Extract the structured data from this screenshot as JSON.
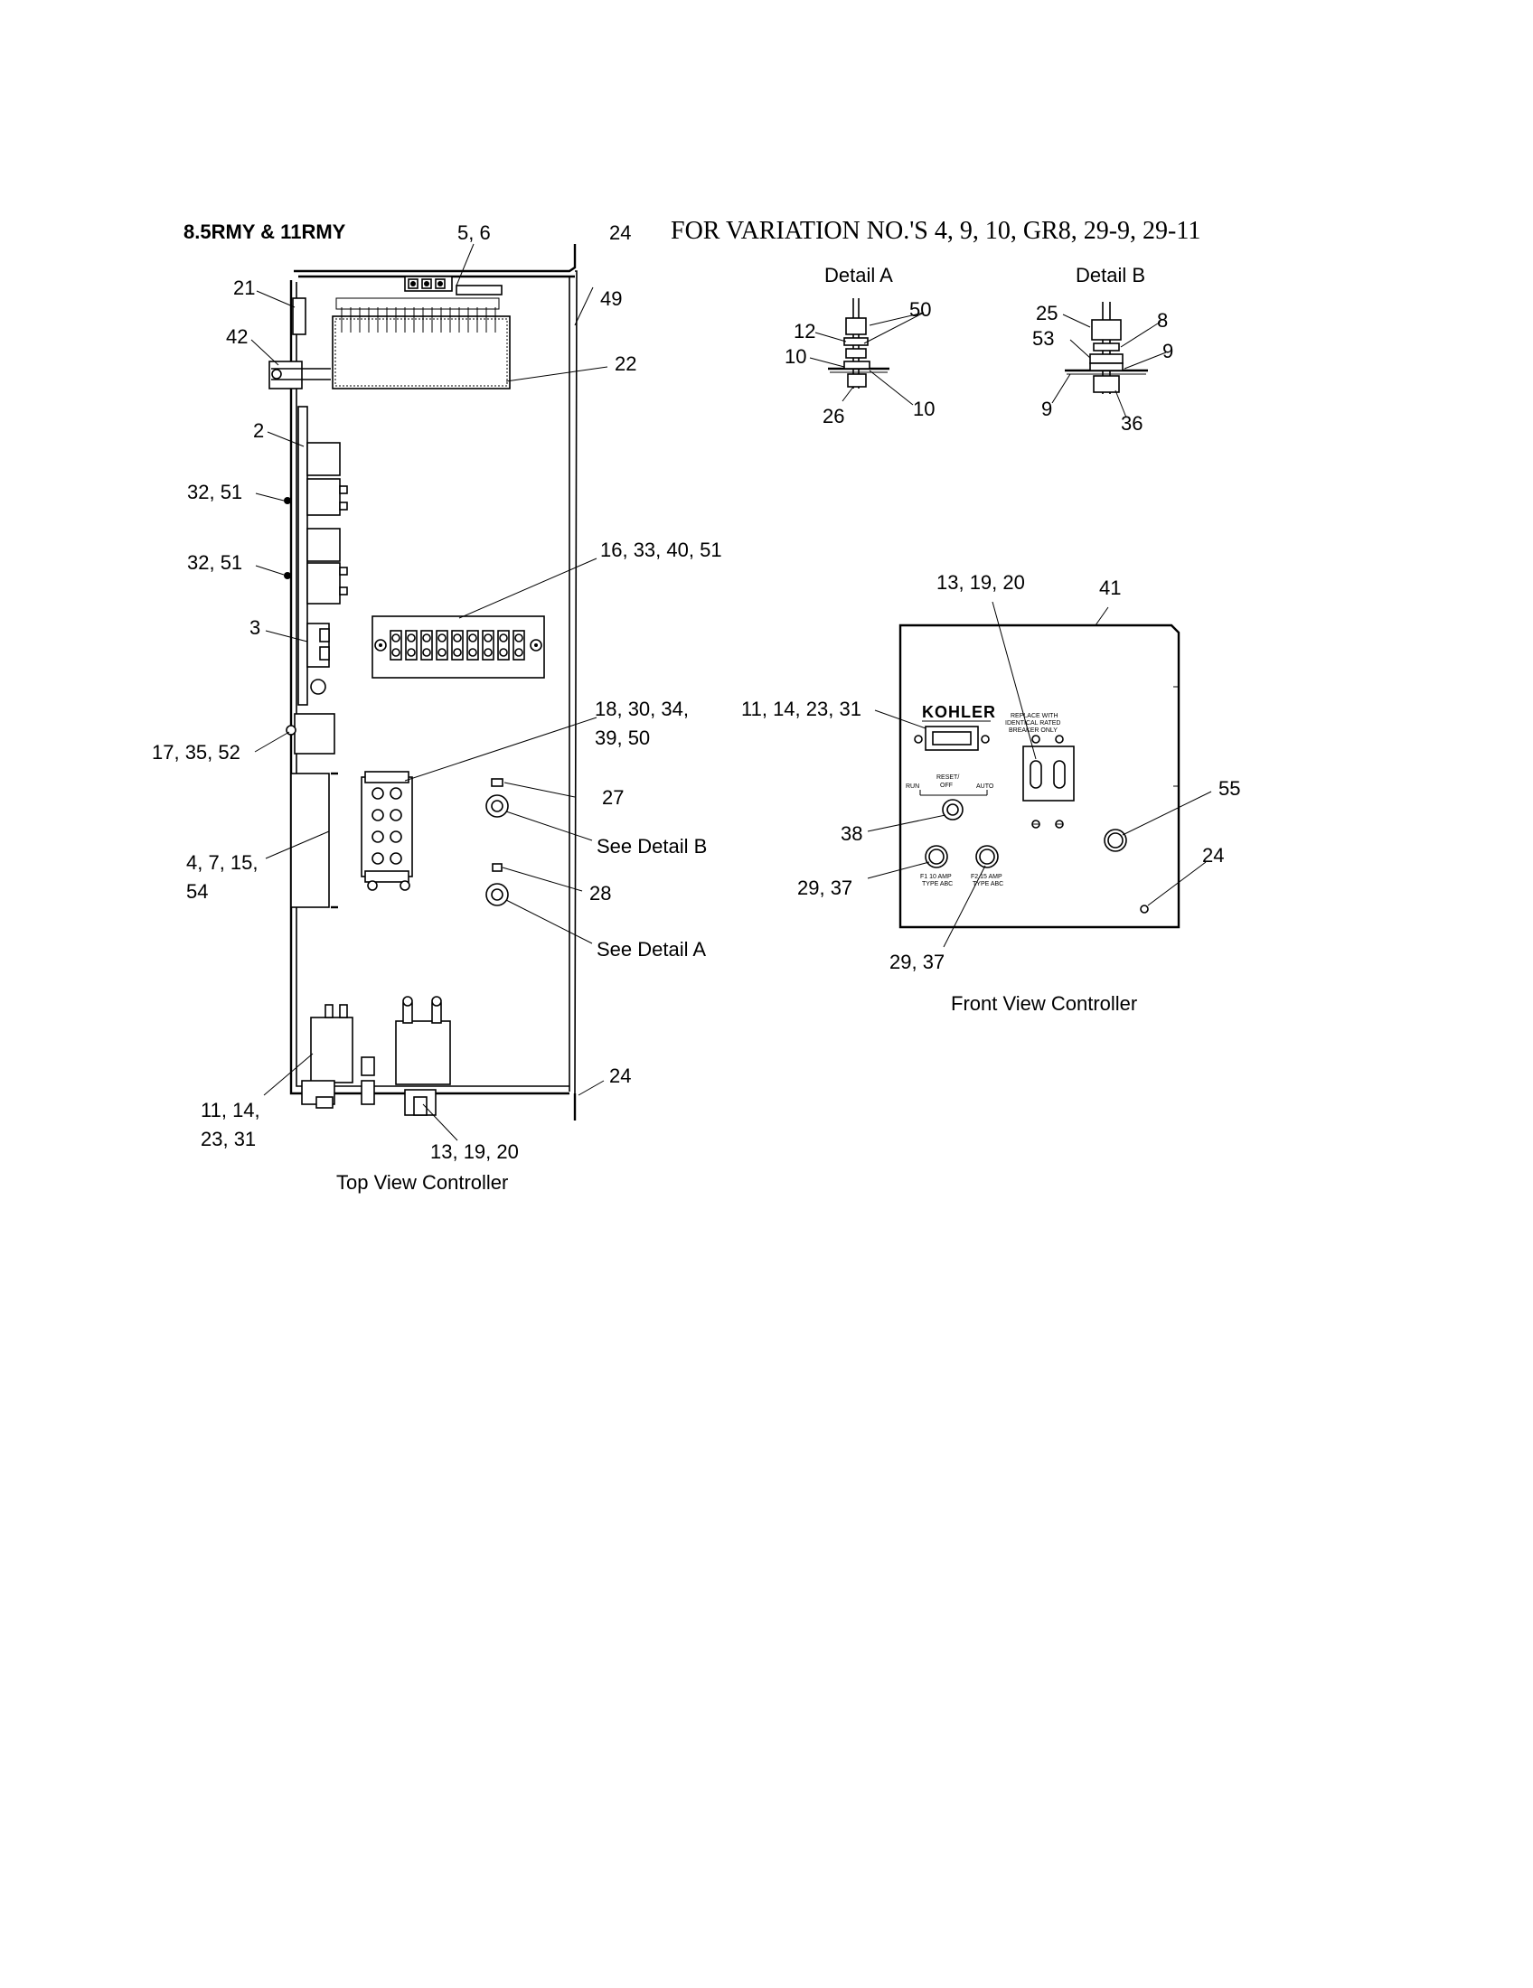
{
  "header": {
    "model_title": "8.5RMY & 11RMY",
    "variation_note": "FOR VARIATION NO.'S 4, 9, 10, GR8, 29-9, 29-11"
  },
  "top_view": {
    "caption": "Top View Controller",
    "callouts": {
      "c_5_6": "5, 6",
      "c_24_top": "24",
      "c_21": "21",
      "c_49": "49",
      "c_42": "42",
      "c_22": "22",
      "c_2": "2",
      "c_32_51_a": "32, 51",
      "c_32_51_b": "32, 51",
      "c_16_33_40_51": "16, 33, 40, 51",
      "c_3": "3",
      "c_18_30_34": "18, 30, 34,",
      "c_39_50": "39, 50",
      "c_17_35_52": "17, 35, 52",
      "c_27": "27",
      "see_detail_b": "See Detail B",
      "c_4_7_15": "4, 7, 15,",
      "c_54": "54",
      "c_28": "28",
      "see_detail_a": "See Detail A",
      "c_24_bottom": "24",
      "c_11_14": "11, 14,",
      "c_23_31": "23, 31",
      "c_13_19_20": "13, 19, 20"
    }
  },
  "detail_a": {
    "title": "Detail A",
    "callouts": {
      "c_50": "50",
      "c_12": "12",
      "c_10_left": "10",
      "c_26": "26",
      "c_10_right": "10"
    }
  },
  "detail_b": {
    "title": "Detail B",
    "callouts": {
      "c_25": "25",
      "c_8": "8",
      "c_53": "53",
      "c_9_right": "9",
      "c_9_left": "9",
      "c_36": "36"
    }
  },
  "front_view": {
    "caption": "Front View Controller",
    "brand": "KOHLER",
    "switch_labels": {
      "run": "RUN",
      "reset": "RESET/",
      "off": "OFF",
      "auto": "AUTO"
    },
    "breaker_note": [
      "REPLACE WITH",
      "IDENTICAL RATED",
      "BREAKER ONLY"
    ],
    "fuse_1": [
      "F1 10 AMP",
      "TYPE ABC"
    ],
    "fuse_2": [
      "F2 15 AMP",
      "TYPE ABC"
    ],
    "callouts": {
      "c_13_19_20": "13, 19, 20",
      "c_41": "41",
      "c_11_14_23_31": "11, 14, 23, 31",
      "c_55": "55",
      "c_38": "38",
      "c_24": "24",
      "c_29_37_left": "29, 37",
      "c_29_37_bottom": "29, 37"
    }
  }
}
